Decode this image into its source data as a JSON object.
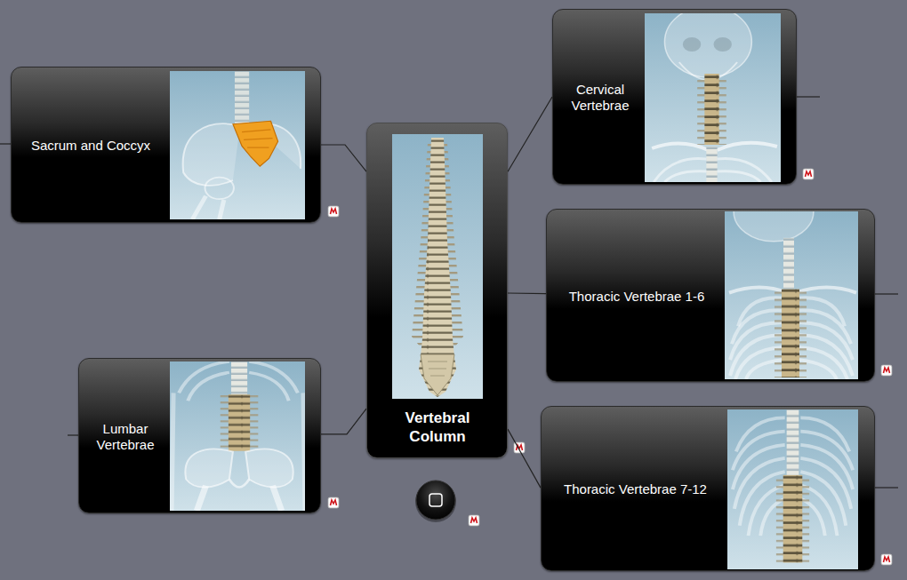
{
  "diagram": {
    "nodes": [
      {
        "text": [
          "Vertebral Column"
        ]
      },
      {
        "text": [
          "Sacrum and Coccyx"
        ]
      },
      {
        "text": [
          "Cervical Vertebrae"
        ]
      },
      {
        "text": [
          "Thoracic Vertebrae 1-6"
        ]
      },
      {
        "text": [
          "Lumbar Vertebrae"
        ]
      },
      {
        "text": [
          "Thoracic Vertebrae 7-12"
        ]
      }
    ],
    "edges": [
      {
        "from": 0,
        "to": 1,
        "arrow": "none"
      },
      {
        "from": 0,
        "to": 2,
        "arrow": "none"
      },
      {
        "from": 0,
        "to": 3,
        "arrow": "none"
      },
      {
        "from": 0,
        "to": 4,
        "arrow": "none"
      },
      {
        "from": 0,
        "to": 5,
        "arrow": "none"
      }
    ]
  }
}
